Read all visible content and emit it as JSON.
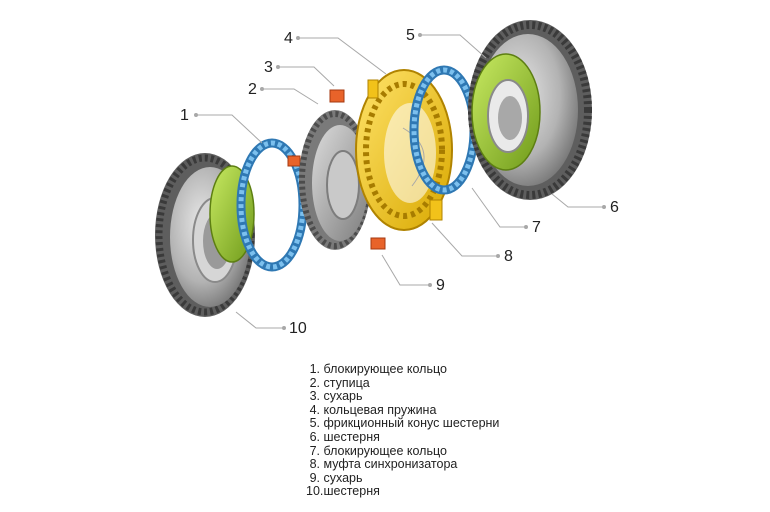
{
  "callouts": [
    {
      "id": 1,
      "label": "1"
    },
    {
      "id": 2,
      "label": "2"
    },
    {
      "id": 3,
      "label": "3"
    },
    {
      "id": 4,
      "label": "4"
    },
    {
      "id": 5,
      "label": "5"
    },
    {
      "id": 6,
      "label": "6"
    },
    {
      "id": 7,
      "label": "7"
    },
    {
      "id": 8,
      "label": "8"
    },
    {
      "id": 9,
      "label": "9"
    },
    {
      "id": 10,
      "label": "10"
    }
  ],
  "legend": [
    {
      "num": "1.",
      "text": "блокирующее кольцо"
    },
    {
      "num": "2.",
      "text": "ступица"
    },
    {
      "num": "3.",
      "text": "сухарь"
    },
    {
      "num": "4.",
      "text": "кольцевая пружина"
    },
    {
      "num": "5.",
      "text": "фрикционный конус шестерни"
    },
    {
      "num": "6.",
      "text": "шестерня"
    },
    {
      "num": "7.",
      "text": "блокирующее кольцо"
    },
    {
      "num": "8.",
      "text": "муфта синхронизатора"
    },
    {
      "num": "9.",
      "text": "сухарь"
    },
    {
      "num": "10.",
      "text": "шестерня"
    }
  ],
  "colors": {
    "gear": "#b5b5b5",
    "gear_dark": "#6e6e6e",
    "friction_cone": "#9ecb32",
    "blocking_ring": "#4da3dc",
    "sleeve": "#f2c21a",
    "slider": "#e8632a",
    "hub": "#b0b0b0"
  }
}
